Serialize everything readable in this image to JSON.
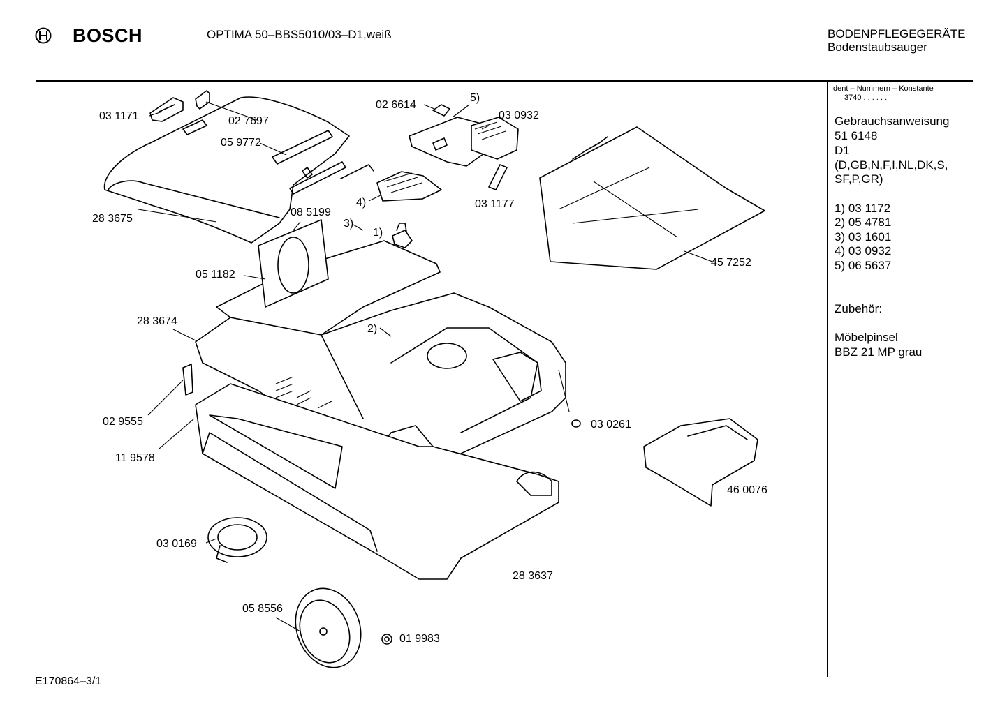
{
  "header": {
    "brand": "BOSCH",
    "model": "OPTIMA 50–BBS5010/03–D1,weiß",
    "category": "BODENPFLEGEGERÄTE",
    "subcategory": "Bodenstaubsauger"
  },
  "side_panel": {
    "ident_title": "Ident – Nummern – Konstante",
    "ident_value": "3740  . .    . . . .",
    "manual_label": "Gebrauchsanweisung",
    "manual_number": "51 6148",
    "manual_variant": "D1",
    "manual_langs_1": "(D,GB,N,F,I,NL,DK,S,",
    "manual_langs_2": "SF,P,GR)",
    "notes": [
      "1) 03 1172",
      "2) 05 4781",
      "3) 03 1601",
      "4) 03 0932",
      "5) 06 5637"
    ],
    "accessories_label": "Zubehör:",
    "accessory_name": "Möbelpinsel",
    "accessory_code": "BBZ 21 MP grau"
  },
  "parts": {
    "p031171": "03 1171",
    "p027697": "02 7697",
    "p059772": "05 9772",
    "p283675": "28 3675",
    "p026614": "02 6614",
    "n5": "5)",
    "p030932": "03 0932",
    "n4": "4)",
    "p031177": "03 1177",
    "p085199": "08 5199",
    "n3": "3)",
    "n1": "1)",
    "p051182": "05 1182",
    "p283674": "28 3674",
    "n2": "2)",
    "p457252": "45 7252",
    "p030261": "03 0261",
    "p029555": "02 9555",
    "p119578": "11 9578",
    "p460076": "46 0076",
    "p030169": "03 0169",
    "p283637": "28 3637",
    "p058556": "05 8556",
    "p019983": "01 9983"
  },
  "footer": {
    "drawing_id": "E170864–3/1"
  }
}
